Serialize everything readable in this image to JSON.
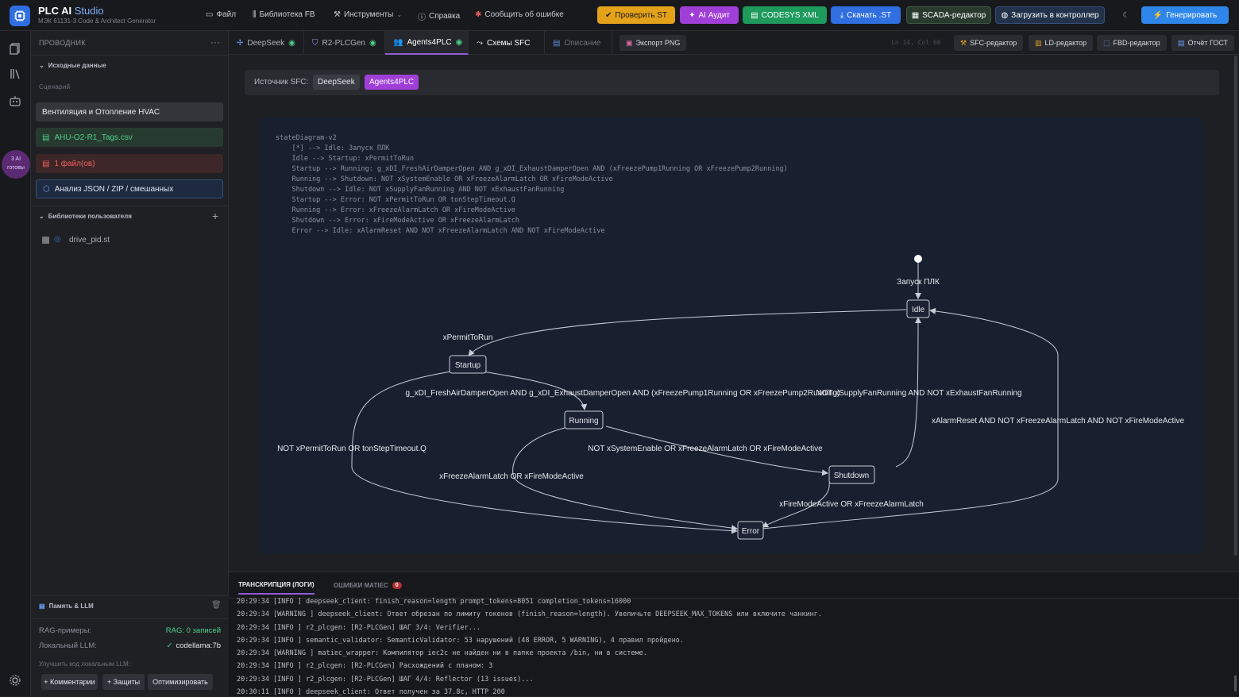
{
  "app": {
    "title_main": "PLC AI",
    "title_accent": "Studio",
    "subtitle": "МЭК 61131-3 Code & Architect Generator"
  },
  "menu": [
    {
      "label": "Файл",
      "icon": "folder-icon"
    },
    {
      "label": "Библиотека FB",
      "icon": "library-icon"
    },
    {
      "label": "Инструменты",
      "icon": "wrench-icon"
    },
    {
      "label": "Справка",
      "icon": "help-icon"
    },
    {
      "label": "Сообщить об ошибке",
      "icon": "bug-icon"
    }
  ],
  "toolbar": {
    "check_st": "Проверить ST",
    "ai_audit": "AI Аудит",
    "codesys_xml": "CODESYS XML",
    "download_st": "Скачать .ST",
    "scada_editor": "SCADA-редактор",
    "upload_plc": "Загрузить в контроллер",
    "generate": "Генерировать"
  },
  "colors": {
    "check_st": "#e3a21a",
    "ai_audit": "#a03fd8",
    "codesys_xml": "#1d9a5c",
    "download_st": "#2f6fe0",
    "generate": "#2f86ea",
    "accent_purple": "#8e5bd8"
  },
  "rail": {
    "ai_badge_line1": "3 AI",
    "ai_badge_line2": "готовы"
  },
  "sidebar": {
    "header": "ПРОВОДНИК",
    "section_input": "Исходные данные",
    "scenario_label": "Сценарий",
    "scenario_value": "Вентиляция и Отопление HVAC",
    "csv_file": "AHU-O2-R1_Tags.csv",
    "files_count": "1 файл(ов)",
    "analyze_label": "Анализ JSON / ZIP / смешанных",
    "section_libs": "Библиотеки пользователя",
    "lib_file": "drive_pid.st"
  },
  "memory": {
    "title": "Память & LLM",
    "rag_label": "RAG-примеры:",
    "rag_value": "RAG: 0 записей",
    "llm_label": "Локальный LLM:",
    "llm_value": "codellama:7b",
    "improve_label": "Улучшить код локальным LLM:",
    "btn_comments": "+ Комментарии",
    "btn_guards": "+ Защиты",
    "btn_optimize": "Оптимизировать"
  },
  "tabs": [
    {
      "label": "DeepSeek",
      "status": "ok"
    },
    {
      "label": "R2-PLCGen",
      "status": "ok"
    },
    {
      "label": "Agents4PLC",
      "status": "ok"
    },
    {
      "label": "Схемы SFC",
      "status": ""
    },
    {
      "label": "Описание",
      "status": ""
    }
  ],
  "tab_actions": {
    "export_png": "Экспорт PNG",
    "cursor_pos": "Ln 14, Col 66",
    "sfc_editor": "SFC-редактор",
    "ld_editor": "LD-редактор",
    "fbd_editor": "FBD-редактор",
    "gost_report": "Отчёт ГОСТ"
  },
  "sfc_source": {
    "label": "Источник SFC:",
    "options": [
      "DeepSeek",
      "Agents4PLC"
    ],
    "selected": "Agents4PLC"
  },
  "mermaid_source": "stateDiagram-v2\n    [*] --> Idle: Запуск ПЛК\n    Idle --> Startup: xPermitToRun\n    Startup --> Running: g_xDI_FreshAirDamperOpen AND g_xDI_ExhaustDamperOpen AND (xFreezePump1Running OR xFreezePump2Running)\n    Running --> Shutdown: NOT xSystemEnable OR xFreezeAlarmLatch OR xFireModeActive\n    Shutdown --> Idle: NOT xSupplyFanRunning AND NOT xExhaustFanRunning\n    Startup --> Error: NOT xPermitToRun OR tonStepTimeout.Q\n    Running --> Error: xFreezeAlarmLatch OR xFireModeActive\n    Shutdown --> Error: xFireModeActive OR xFreezeAlarmLatch\n    Error --> Idle: xAlarmReset AND NOT xFreezeAlarmLatch AND NOT xFireModeActive",
  "diagram": {
    "states": {
      "idle": "Idle",
      "startup": "Startup",
      "running": "Running",
      "shutdown": "Shutdown",
      "error": "Error"
    },
    "labels": {
      "start_idle": "Запуск ПЛК",
      "idle_startup": "xPermitToRun",
      "startup_running": "g_xDI_FreshAirDamperOpen AND g_xDI_ExhaustDamperOpen AND (xFreezePump1Running OR xFreezePump2Running)",
      "shutdown_idle": "NOT xSupplyFanRunning AND NOT xExhaustFanRunning",
      "error_idle": "xAlarmReset AND NOT xFreezeAlarmLatch AND NOT xFireModeActive",
      "startup_error": "NOT xPermitToRun OR tonStepTimeout.Q",
      "running_shutdown": "NOT xSystemEnable OR xFreezeAlarmLatch OR xFireModeActive",
      "running_error": "xFreezeAlarmLatch OR xFireModeActive",
      "shutdown_error": "xFireModeActive OR xFreezeAlarmLatch"
    }
  },
  "log": {
    "tab_transcript": "ТРАНСКРИПЦИЯ (ЛОГИ)",
    "tab_errors": "ОШИБКИ MATIEC",
    "errors_count": "0",
    "lines": [
      "20:29:34 [INFO ] deepseek_client: finish_reason=length prompt_tokens=8051 completion_tokens=16000",
      "20:29:34 [WARNING ] deepseek_client: Ответ обрезан по лимиту токенов (finish_reason=length). Увеличьте DEEPSEEK_MAX_TOKENS или включите чанкинг.",
      "20:29:34 [INFO ] r2_plcgen: [R2-PLCGen] ШАГ 3/4: Verifier...",
      "20:29:34 [INFO ] semantic_validator: SemanticValidator: 53 нарушений (48 ERROR, 5 WARNING), 4 правил пройдено.",
      "20:29:34 [WARNING ] matiec_wrapper: Компилятор iec2c не найден ни в папке проекта /bin, ни в системе.",
      "20:29:34 [INFO ] r2_plcgen: [R2-PLCGen] Расхождений с планом: 3",
      "20:29:34 [INFO ] r2_plcgen: [R2-PLCGen] ШАГ 4/4: Reflector (13 issues)...",
      "20:30:11 [INFO ] deepseek_client: Ответ получен за 37.8с, HTTP 200"
    ]
  }
}
